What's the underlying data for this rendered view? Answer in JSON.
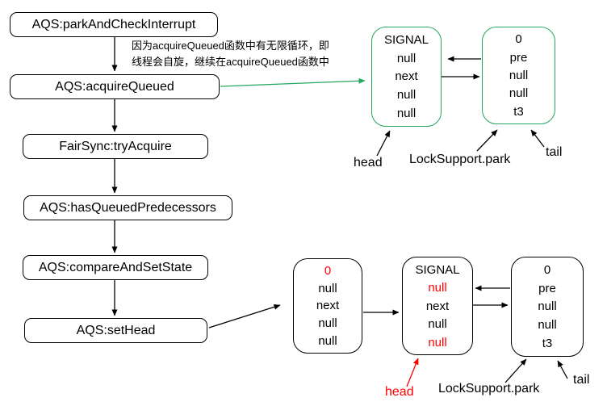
{
  "colors": {
    "green": "#21a85c",
    "red": "#fe0000",
    "line": "#000000"
  },
  "flowchart": {
    "nodes": [
      {
        "label": "AQS:parkAndCheckInterrupt"
      },
      {
        "label": "AQS:acquireQueued"
      },
      {
        "label": "FairSync:tryAcquire"
      },
      {
        "label": "AQS:hasQueuedPredecessors"
      },
      {
        "label": "AQS:compareAndSetState"
      },
      {
        "label": "AQS:setHead"
      }
    ],
    "annotation": {
      "line1": "因为acquireQueued函数中有无限循环，即",
      "line2": "线程会自旋，继续在acquireQueued函数中"
    }
  },
  "queue_before": {
    "head_node": {
      "rows": [
        "SIGNAL",
        "null",
        "next",
        "null",
        "null"
      ]
    },
    "tail_node": {
      "rows": [
        "0",
        "pre",
        "null",
        "null",
        "t3"
      ]
    },
    "head_label": "head",
    "park_label": "LockSupport.park",
    "tail_label": "tail"
  },
  "queue_after": {
    "old_head_node": {
      "rows": [
        "0",
        "null",
        "next",
        "null",
        "null"
      ]
    },
    "new_head_node": {
      "rows": [
        "SIGNAL",
        "null",
        "next",
        "null",
        "null"
      ]
    },
    "tail_node": {
      "rows": [
        "0",
        "pre",
        "null",
        "null",
        "t3"
      ]
    },
    "head_label": "head",
    "park_label": "LockSupport.park",
    "tail_label": "tail"
  }
}
